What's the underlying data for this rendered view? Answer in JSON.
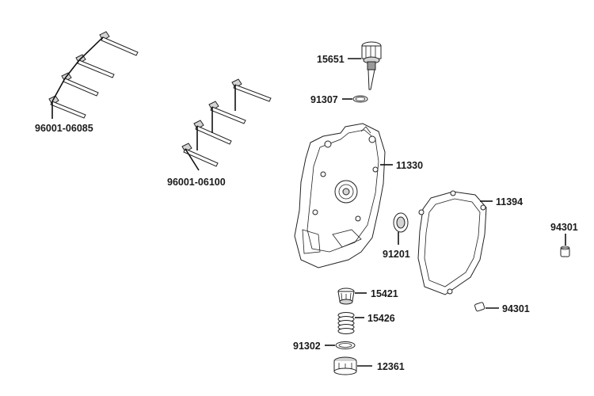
{
  "diagram": {
    "parts": [
      {
        "id": "96001-06085",
        "label": "96001-06085"
      },
      {
        "id": "96001-06100",
        "label": "96001-06100"
      },
      {
        "id": "15651",
        "label": "15651"
      },
      {
        "id": "91307",
        "label": "91307"
      },
      {
        "id": "11330",
        "label": "11330"
      },
      {
        "id": "11394",
        "label": "11394"
      },
      {
        "id": "91201",
        "label": "91201"
      },
      {
        "id": "94301a",
        "label": "94301"
      },
      {
        "id": "94301b",
        "label": "94301"
      },
      {
        "id": "15421",
        "label": "15421"
      },
      {
        "id": "15426",
        "label": "15426"
      },
      {
        "id": "91302",
        "label": "91302"
      },
      {
        "id": "12361",
        "label": "12361"
      }
    ]
  }
}
